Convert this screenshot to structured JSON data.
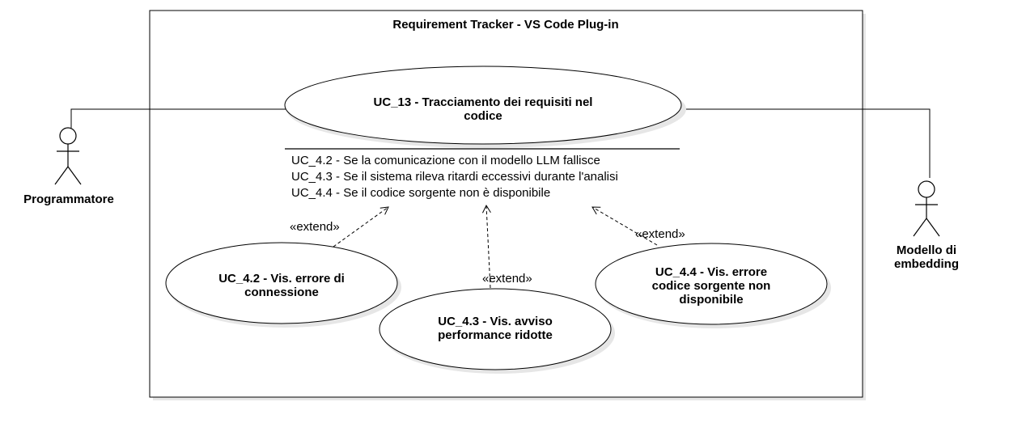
{
  "system": {
    "title": "Requirement Tracker - VS Code Plug-in"
  },
  "actors": {
    "programmer": "Programmatore",
    "embedding_model": "Modello di\nembedding"
  },
  "use_cases": {
    "main": "UC_13 - Tracciamento dei requisiti nel\ncodice",
    "uc_4_2": "UC_4.2 - Vis. errore di\nconnessione",
    "uc_4_3": "UC_4.3 - Vis. avviso\nperformance ridotte",
    "uc_4_4": "UC_4.4 - Vis. errore\ncodice sorgente non\ndisponibile"
  },
  "extension_points": [
    "UC_4.2 - Se la comunicazione con il modello LLM fallisce",
    "UC_4.3 - Se il sistema rileva ritardi eccessivi durante l'analisi",
    "UC_4.4 - Se il codice sorgente non è disponibile"
  ],
  "relations": {
    "extend_left": "«extend»",
    "extend_middle": "«extend»",
    "extend_right": "«extend»"
  },
  "colors": {
    "stroke": "#000000",
    "shadow": "#e6e6e6",
    "fill": "#ffffff"
  }
}
